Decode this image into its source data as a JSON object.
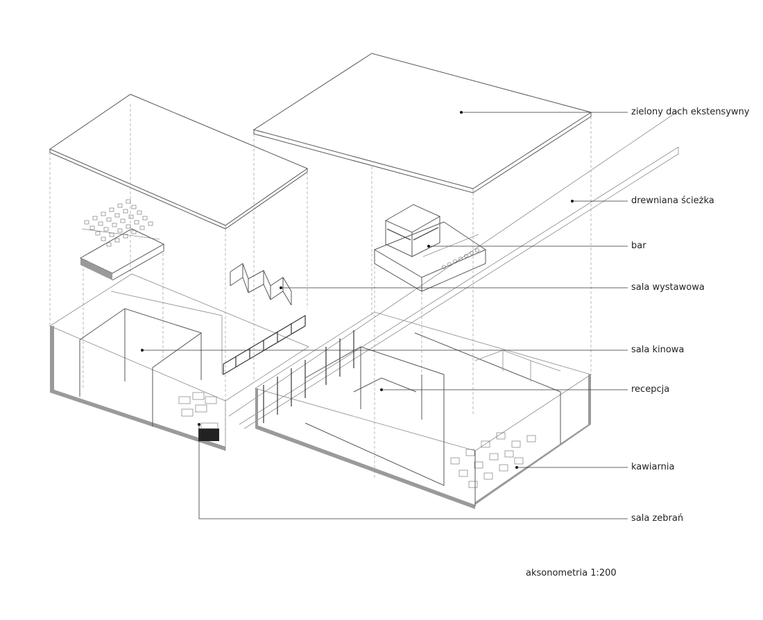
{
  "labels": {
    "green_roof": "zielony dach ekstensywny",
    "wooden_path": "drewniana ścieżka",
    "bar": "bar",
    "exhibition_hall": "sala wystawowa",
    "cinema_hall": "sala kinowa",
    "reception": "recepcja",
    "cafe": "kawiarnia",
    "meeting_room": "sala zebrań"
  },
  "caption": "aksonometria 1:200",
  "colors": {
    "line": "#555555",
    "leader": "#333333",
    "wall_section": "#9a9a9a",
    "text": "#222222"
  }
}
